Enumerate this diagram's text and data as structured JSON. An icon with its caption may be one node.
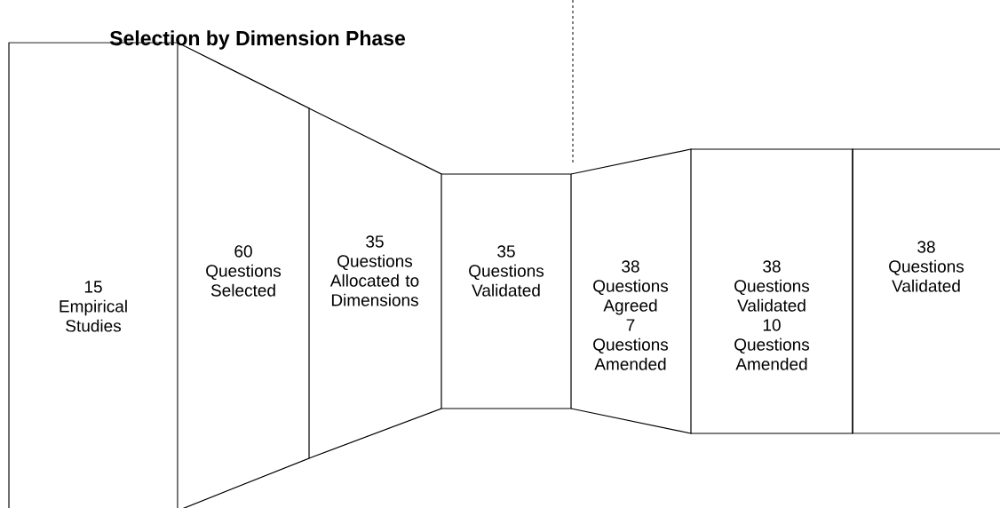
{
  "diagram": {
    "title": "Selection by Dimension Phase",
    "nodes": [
      {
        "text": [
          "15 Empirical Studies"
        ]
      },
      {
        "text": [
          "60 Questions Selected"
        ]
      },
      {
        "text": [
          "35 Questions Allocated to Dimensions"
        ]
      },
      {
        "text": [
          "35 Questions Validated"
        ]
      },
      {
        "text": [
          "38 Questions Agreed",
          "7 Questions Amended"
        ]
      },
      {
        "text": [
          "38 Questions Validated",
          "10 Questions Amended"
        ]
      },
      {
        "text": [
          "38 Questions Validated"
        ]
      }
    ]
  }
}
